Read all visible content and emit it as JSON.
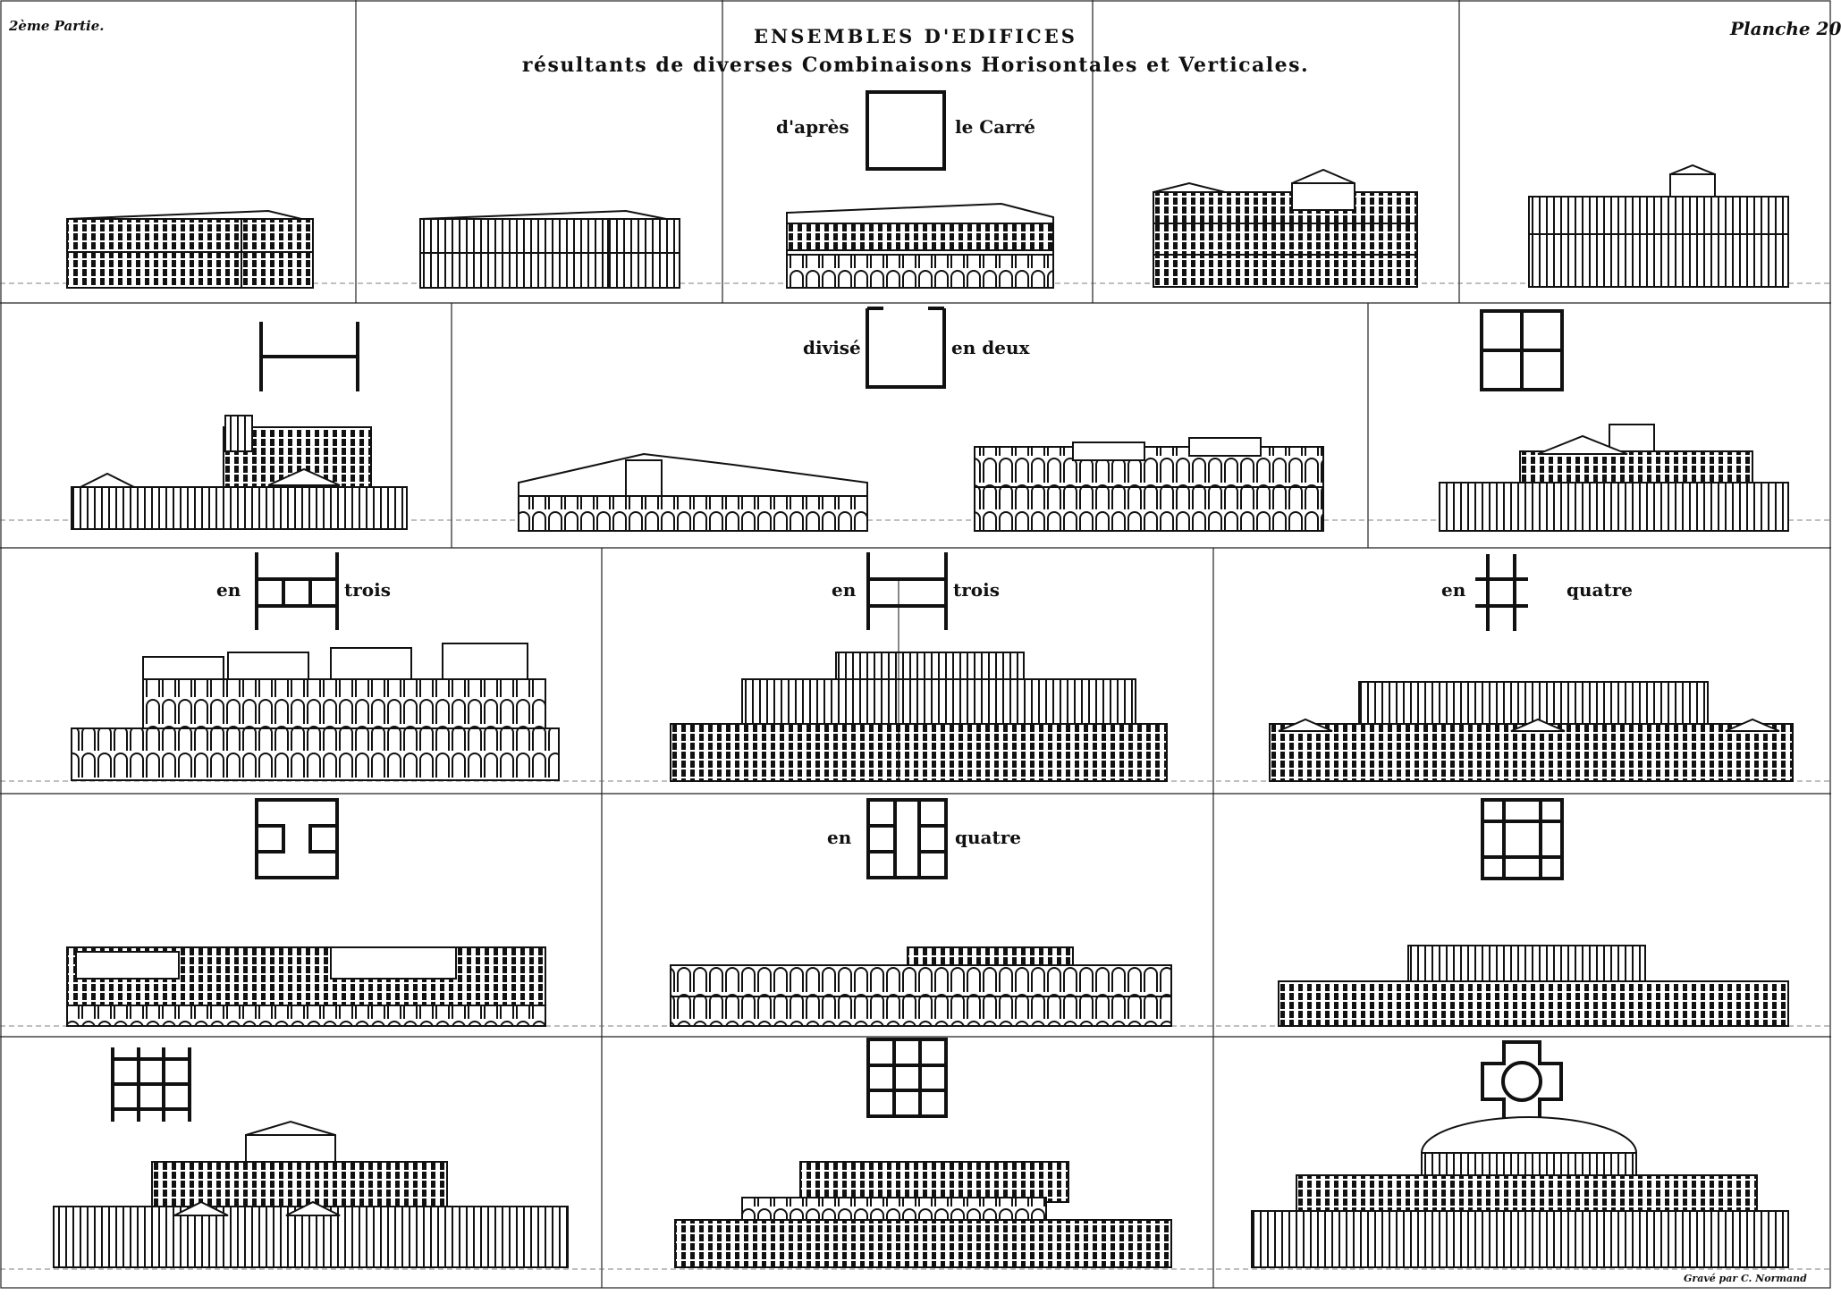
{
  "header": {
    "part": "2ème Partie.",
    "planche": "Planche 20",
    "title": "ENSEMBLES D'EDIFICES",
    "subtitle": "résultants de diverses Combinaisons Horisontales et Verticales."
  },
  "captions": {
    "r1_left": "d'après",
    "r1_right": "le Carré",
    "r2_left": "divisé",
    "r2_right": "en deux",
    "r3a_left": "en",
    "r3a_right": "trois",
    "r3b_left": "en",
    "r3b_right": "trois",
    "r3c_left": "en",
    "r3c_right": "quatre",
    "r4b_left": "en",
    "r4b_right": "quatre"
  },
  "footer": {
    "engraver": "Gravé par C. Normand"
  }
}
